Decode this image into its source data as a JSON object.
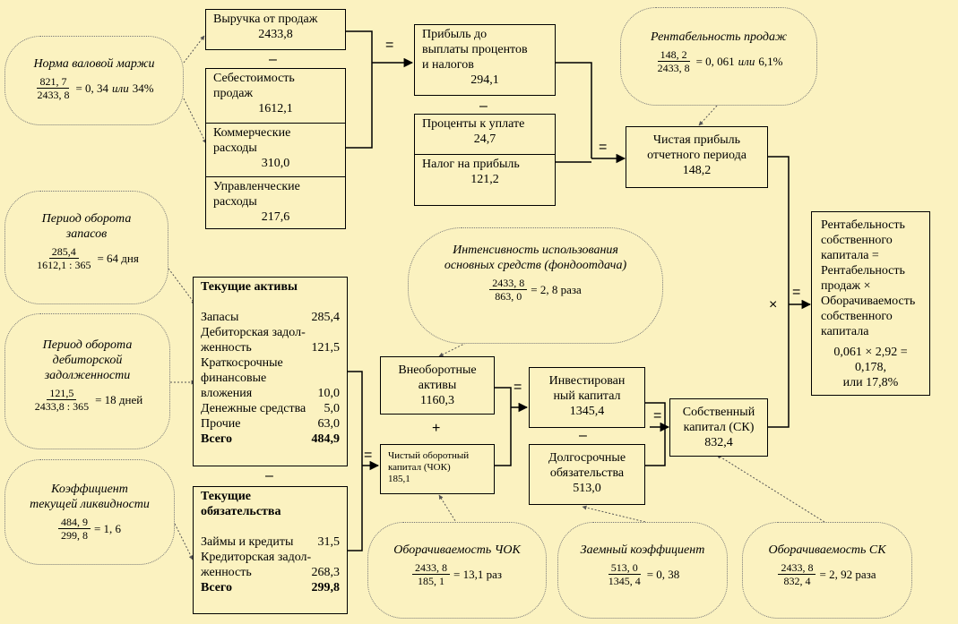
{
  "revenue": {
    "label": "Выручка от продаж",
    "value": "2433,8"
  },
  "cost": {
    "label1": "Себестоимость",
    "label2": "продаж",
    "value": "1612,1"
  },
  "commercial": {
    "label1": "Коммерческие",
    "label2": "расходы",
    "value": "310,0"
  },
  "admin": {
    "label1": "Управленческие",
    "label2": "расходы",
    "value": "217,6"
  },
  "ebit": {
    "label1": "Прибыль до",
    "label2": "выплаты процентов",
    "label3": "и налогов",
    "value": "294,1"
  },
  "interest": {
    "label": "Проценты к уплате",
    "value": "24,7"
  },
  "tax": {
    "label": "Налог на прибыль",
    "value": "121,2"
  },
  "net_profit": {
    "label1": "Чистая прибыль",
    "label2": "отчетного периода",
    "value": "148,2"
  },
  "roe": {
    "lines": [
      "Рентабельность",
      "собственного",
      "капитала =",
      "Рентабельность",
      "продаж ×",
      "Оборачиваемость",
      "собственного",
      "капитала"
    ],
    "calc1": "0,061 × 2,92 = 0,178,",
    "calc2": "или 17,8%"
  },
  "current_assets": {
    "title": "Текущие активы",
    "items": [
      {
        "label": "Запасы",
        "value": "285,4"
      },
      {
        "label": "Дебиторская задол-",
        "value": ""
      },
      {
        "label": "женность",
        "value": "121,5"
      },
      {
        "label": "Краткосрочные",
        "value": ""
      },
      {
        "label": "финансовые",
        "value": ""
      },
      {
        "label": "вложения",
        "value": "10,0"
      },
      {
        "label": "Денежные средства",
        "value": "5,0"
      },
      {
        "label": "Прочие",
        "value": "63,0"
      }
    ],
    "total_label": "Всего",
    "total_value": "484,9"
  },
  "current_liabilities": {
    "title1": "Текущие",
    "title2": "обязательства",
    "items": [
      {
        "label": "Займы и кредиты",
        "value": "31,5"
      },
      {
        "label": "Кредиторская задол-",
        "value": ""
      },
      {
        "label": "женность",
        "value": "268,3"
      }
    ],
    "total_label": "Всего",
    "total_value": "299,8"
  },
  "fixed_assets": {
    "label1": "Внеоборотные",
    "label2": "активы",
    "value": "1160,3"
  },
  "working_capital": {
    "label1": "Чистый оборотный",
    "label2": "капитал (ЧОК)",
    "value": "185,1"
  },
  "invested_capital": {
    "label1": "Инвестирован",
    "label2": "ный капитал",
    "value": "1345,4"
  },
  "long_term": {
    "label1": "Долгосрочные",
    "label2": "обязательства",
    "value": "513,0"
  },
  "equity": {
    "label1": "Собственный",
    "label2": "капитал (СК)",
    "value": "832,4"
  },
  "operators": {
    "minus": "–",
    "equals": "=",
    "plus": "+",
    "times": "×"
  },
  "bubbles": {
    "gross_margin": {
      "title": "Норма валовой маржи",
      "num": "821, 7",
      "den": "2433, 8",
      "result": "= 0, 34",
      "or": "или",
      "pct": "34%"
    },
    "ros": {
      "title": "Рентабельность продаж",
      "num": "148, 2",
      "den": "2433, 8",
      "result": "= 0, 061",
      "or": "или",
      "pct": "6,1%"
    },
    "inventory_period": {
      "title1": "Период оборота",
      "title2": "запасов",
      "num": "285,4",
      "den": "1612,1 : 365",
      "result": "= 64 дня"
    },
    "receivables_period": {
      "title1": "Период оборота",
      "title2": "дебиторской",
      "title3": "задолженности",
      "num": "121,5",
      "den": "2433,8 : 365",
      "result": "= 18 дней"
    },
    "current_ratio": {
      "title1": "Коэффициент",
      "title2": "текущей ликвидности",
      "num": "484, 9",
      "den": "299, 8",
      "result": "= 1, 6"
    },
    "asset_turnover": {
      "title1": "Интенсивность использования",
      "title2": "основных средств (фондоотдача)",
      "num": "2433, 8",
      "den": "863, 0",
      "result": "= 2, 8 раза"
    },
    "wc_turnover": {
      "title": "Оборачиваемость ЧОК",
      "num": "2433, 8",
      "den": "185, 1",
      "result": "= 13,1 раз"
    },
    "debt_ratio": {
      "title": "Заемный коэффициент",
      "num": "513, 0",
      "den": "1345, 4",
      "result": "= 0, 38"
    },
    "equity_turnover": {
      "title": "Оборачиваемость СК",
      "num": "2433, 8",
      "den": "832, 4",
      "result": "= 2, 92 раза"
    }
  }
}
